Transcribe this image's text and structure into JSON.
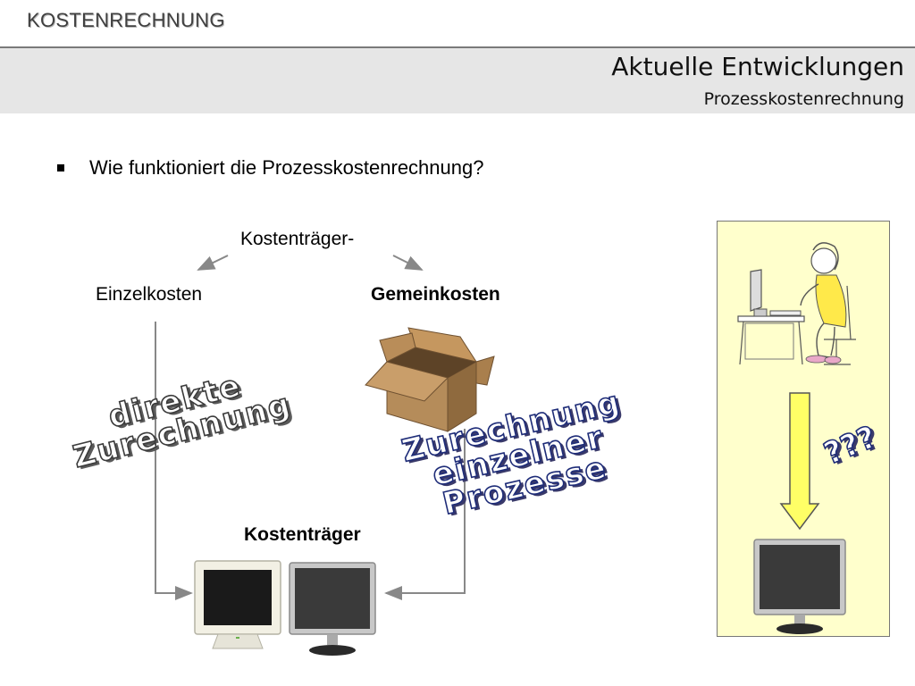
{
  "header": {
    "section_label": "KOSTENRECHNUNG",
    "title": "Aktuelle Entwicklungen",
    "subtitle": "Prozesskostenrechnung"
  },
  "bullet": {
    "text": "Wie funktioniert die Prozesskostenrechnung?"
  },
  "diagram": {
    "top_label": "Kostenträger-",
    "left_label": "Einzelkosten",
    "right_label": "Gemeinkosten",
    "bottom_label": "Kostenträger",
    "stamp_direct": [
      "direkte",
      "Zurechnung"
    ],
    "stamp_process": [
      "Zurechnung",
      "einzelner",
      "Prozesse"
    ],
    "stamp_question": "???"
  },
  "colors": {
    "header_band": "#e6e6e6",
    "panel_fill": "#ffffcc",
    "arrow_fill": "#ffff66",
    "stamp_blue": "#1e2c78"
  }
}
